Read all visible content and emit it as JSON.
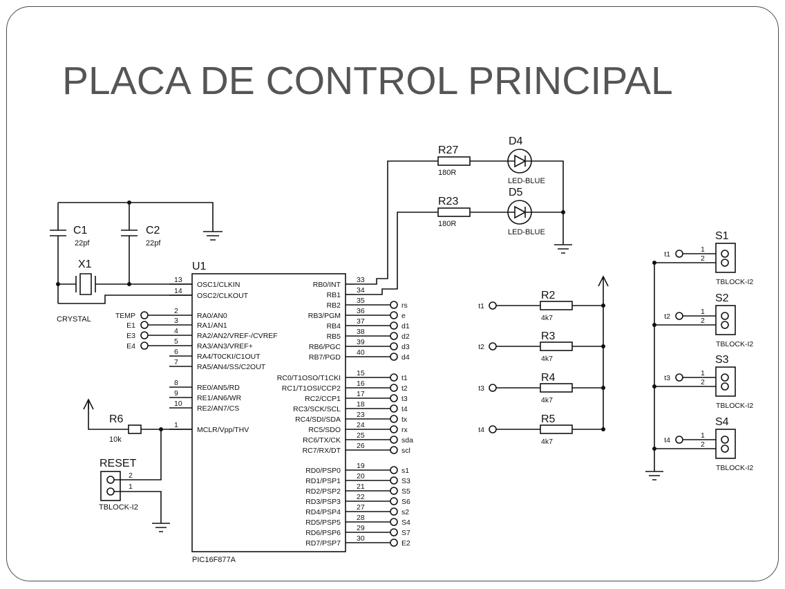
{
  "slide": {
    "title": "PLACA DE CONTROL PRINCIPAL"
  },
  "chip": {
    "ref": "U1",
    "part": "PIC16F877A",
    "left_pins": [
      {
        "num": "13",
        "name": "OSC1/CLKIN"
      },
      {
        "num": "14",
        "name": "OSC2/CLKOUT"
      },
      {
        "num": "2",
        "name": "RA0/AN0"
      },
      {
        "num": "3",
        "name": "RA1/AN1"
      },
      {
        "num": "4",
        "name": "RA2/AN2/VREF-/CVREF"
      },
      {
        "num": "5",
        "name": "RA3/AN3/VREF+"
      },
      {
        "num": "6",
        "name": "RA4/T0CKI/C1OUT"
      },
      {
        "num": "7",
        "name": "RA5/AN4/SS/C2OUT"
      },
      {
        "num": "8",
        "name": "RE0/AN5/RD"
      },
      {
        "num": "9",
        "name": "RE1/AN6/WR"
      },
      {
        "num": "10",
        "name": "RE2/AN7/CS"
      },
      {
        "num": "1",
        "name": "MCLR/Vpp/THV"
      }
    ],
    "right_pins": [
      {
        "num": "33",
        "name": "RB0/INT",
        "net": ""
      },
      {
        "num": "34",
        "name": "RB1",
        "net": ""
      },
      {
        "num": "35",
        "name": "RB2",
        "net": "rs"
      },
      {
        "num": "36",
        "name": "RB3/PGM",
        "net": "e"
      },
      {
        "num": "37",
        "name": "RB4",
        "net": "d1"
      },
      {
        "num": "38",
        "name": "RB5",
        "net": "d2"
      },
      {
        "num": "39",
        "name": "RB6/PGC",
        "net": "d3"
      },
      {
        "num": "40",
        "name": "RB7/PGD",
        "net": "d4"
      },
      {
        "num": "15",
        "name": "RC0/T1OSO/T1CKI",
        "net": "t1"
      },
      {
        "num": "16",
        "name": "RC1/T1OSI/CCP2",
        "net": "t2"
      },
      {
        "num": "17",
        "name": "RC2/CCP1",
        "net": "t3"
      },
      {
        "num": "18",
        "name": "RC3/SCK/SCL",
        "net": "t4"
      },
      {
        "num": "23",
        "name": "RC4/SDI/SDA",
        "net": "tx"
      },
      {
        "num": "24",
        "name": "RC5/SDO",
        "net": "rx"
      },
      {
        "num": "25",
        "name": "RC6/TX/CK",
        "net": "sda"
      },
      {
        "num": "26",
        "name": "RC7/RX/DT",
        "net": "scl"
      },
      {
        "num": "19",
        "name": "RD0/PSP0",
        "net": "s1"
      },
      {
        "num": "20",
        "name": "RD1/PSP1",
        "net": "S3"
      },
      {
        "num": "21",
        "name": "RD2/PSP2",
        "net": "S5"
      },
      {
        "num": "22",
        "name": "RD3/PSP3",
        "net": "S6"
      },
      {
        "num": "27",
        "name": "RD4/PSP4",
        "net": "s2"
      },
      {
        "num": "28",
        "name": "RD5/PSP5",
        "net": "S4"
      },
      {
        "num": "29",
        "name": "RD6/PSP6",
        "net": "S7"
      },
      {
        "num": "30",
        "name": "RD7/PSP7",
        "net": "E2"
      }
    ],
    "left_nets": [
      "TEMP",
      "E1",
      "E3",
      "E4"
    ]
  },
  "crystal": {
    "ref": "X1",
    "label": "CRYSTAL"
  },
  "caps": [
    {
      "ref": "C1",
      "value": "22pf"
    },
    {
      "ref": "C2",
      "value": "22pf"
    }
  ],
  "reset": {
    "resistor_ref": "R6",
    "resistor_value": "10k",
    "block_ref": "RESET",
    "block_part": "TBLOCK-I2",
    "pin_a": "2",
    "pin_b": "1"
  },
  "leds": [
    {
      "res_ref": "R27",
      "res_value": "180R",
      "led_ref": "D4",
      "led_part": "LED-BLUE"
    },
    {
      "res_ref": "R23",
      "res_value": "180R",
      "led_ref": "D5",
      "led_part": "LED-BLUE"
    }
  ],
  "pullups": [
    {
      "net": "t1",
      "ref": "R2",
      "value": "4k7"
    },
    {
      "net": "t2",
      "ref": "R3",
      "value": "4k7"
    },
    {
      "net": "t3",
      "ref": "R4",
      "value": "4k7"
    },
    {
      "net": "t4",
      "ref": "R5",
      "value": "4k7"
    }
  ],
  "terminals": [
    {
      "net": "t1",
      "ref": "S1",
      "part": "TBLOCK-I2",
      "pin1": "1",
      "pin2": "2"
    },
    {
      "net": "t2",
      "ref": "S2",
      "part": "TBLOCK-I2",
      "pin1": "1",
      "pin2": "2"
    },
    {
      "net": "t3",
      "ref": "S3",
      "part": "TBLOCK-I2",
      "pin1": "1",
      "pin2": "2"
    },
    {
      "net": "t4",
      "ref": "S4",
      "part": "TBLOCK-I2",
      "pin1": "1",
      "pin2": "2"
    }
  ]
}
